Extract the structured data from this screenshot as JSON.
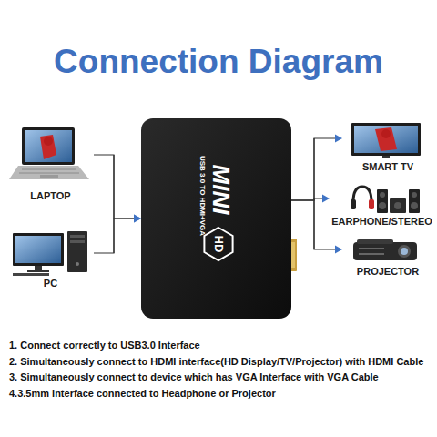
{
  "diagram": {
    "title": "Connection Diagram",
    "nodes": [
      {
        "text": [
          "LAPTOP"
        ]
      },
      {
        "text": [
          "PC"
        ]
      },
      {
        "text": [
          "USB 3.0 TO HDMI+VGA",
          "MINI",
          "HD"
        ]
      },
      {
        "text": [
          "SMART TV"
        ]
      },
      {
        "text": [
          "EARPHONE/STEREO"
        ]
      },
      {
        "text": [
          "PROJECTOR"
        ]
      }
    ],
    "edges": [
      {
        "from": 0,
        "to": 2,
        "arrow": "to"
      },
      {
        "from": 1,
        "to": 2,
        "arrow": "to"
      },
      {
        "from": 2,
        "to": 3,
        "arrow": "to"
      },
      {
        "from": 2,
        "to": 4,
        "arrow": "to"
      },
      {
        "from": 2,
        "to": 5,
        "arrow": "to"
      }
    ],
    "labels": [
      "1. Connect correctly to USB3.0 Interface",
      "2. Simultaneously connect to HDMI interface(HD Display/TV/Projector) with HDMI Cable",
      "3. Simultaneously connect to device which has VGA Interface with VGA Cable",
      "4.3.5mm interface connected to Headphone or Projector"
    ]
  }
}
